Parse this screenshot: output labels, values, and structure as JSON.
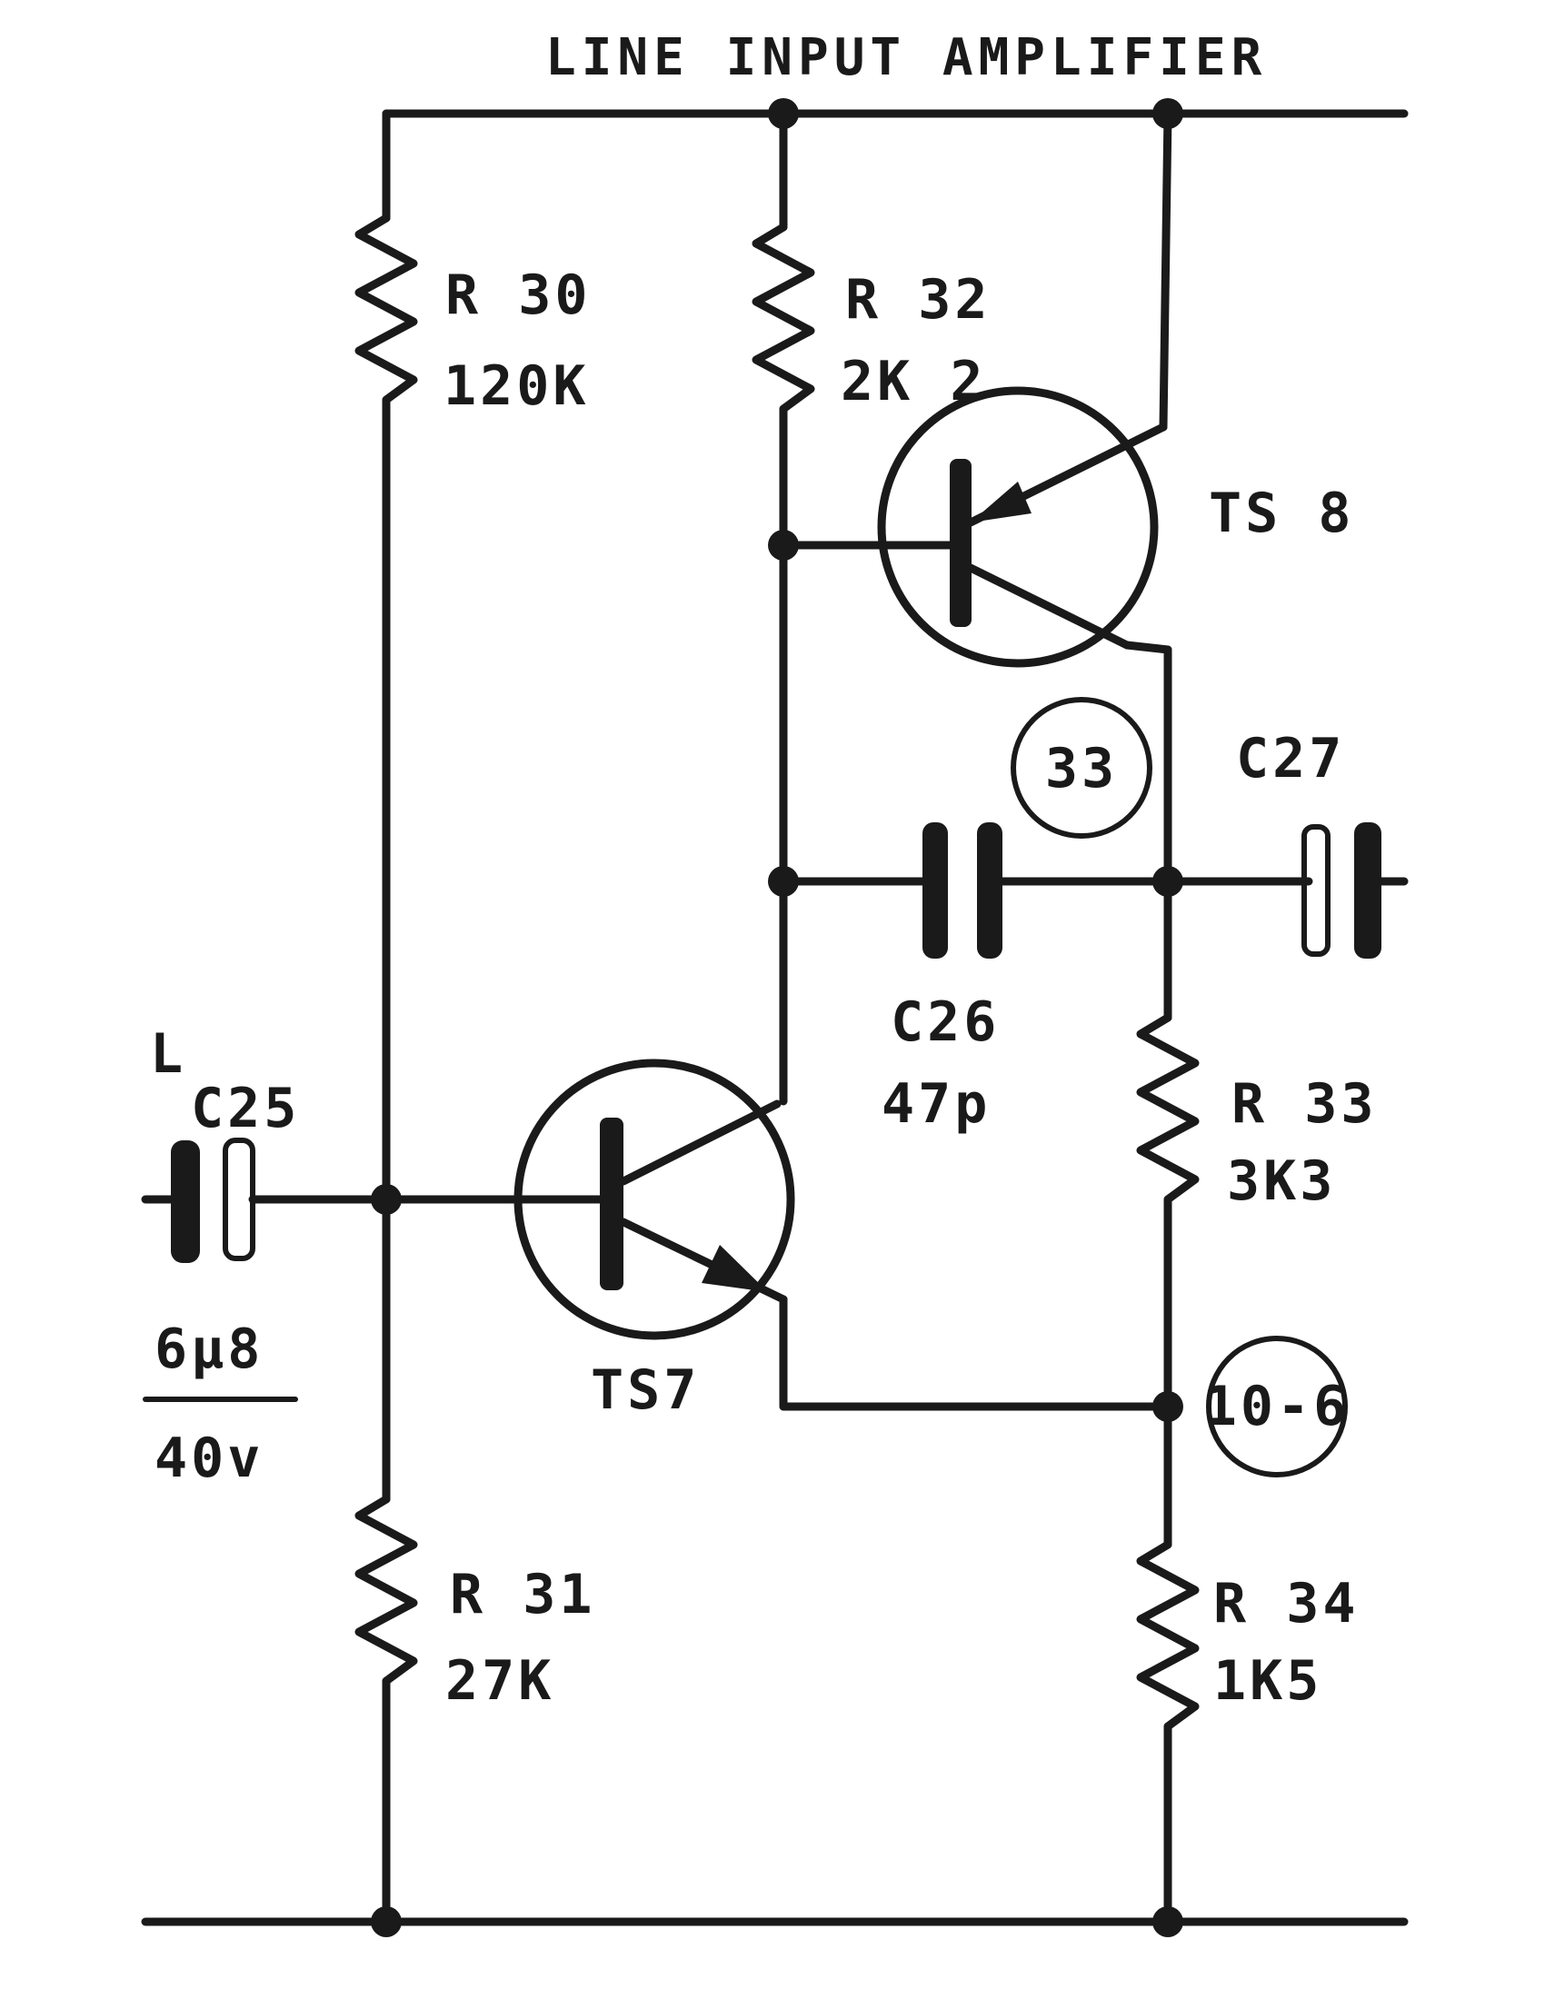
{
  "title": "LINE INPUT AMPLIFIER",
  "components": {
    "r30": {
      "ref": "R 30",
      "value": "120K"
    },
    "r32": {
      "ref": "R 32",
      "value": "2K 2"
    },
    "r31": {
      "ref": "R 31",
      "value": "27K"
    },
    "r33": {
      "ref": "R 33",
      "value": "3K3"
    },
    "r34": {
      "ref": "R 34",
      "value": "1K5"
    },
    "c25": {
      "ref": "C25",
      "value": "6µ8",
      "voltage": "40v"
    },
    "c26": {
      "ref": "C26",
      "value": "47p"
    },
    "c27": {
      "ref": "C27"
    },
    "ts7": {
      "ref": "TS7"
    },
    "ts8": {
      "ref": "TS 8"
    }
  },
  "test_points": [
    "33",
    "10-6"
  ],
  "input_label": "L"
}
